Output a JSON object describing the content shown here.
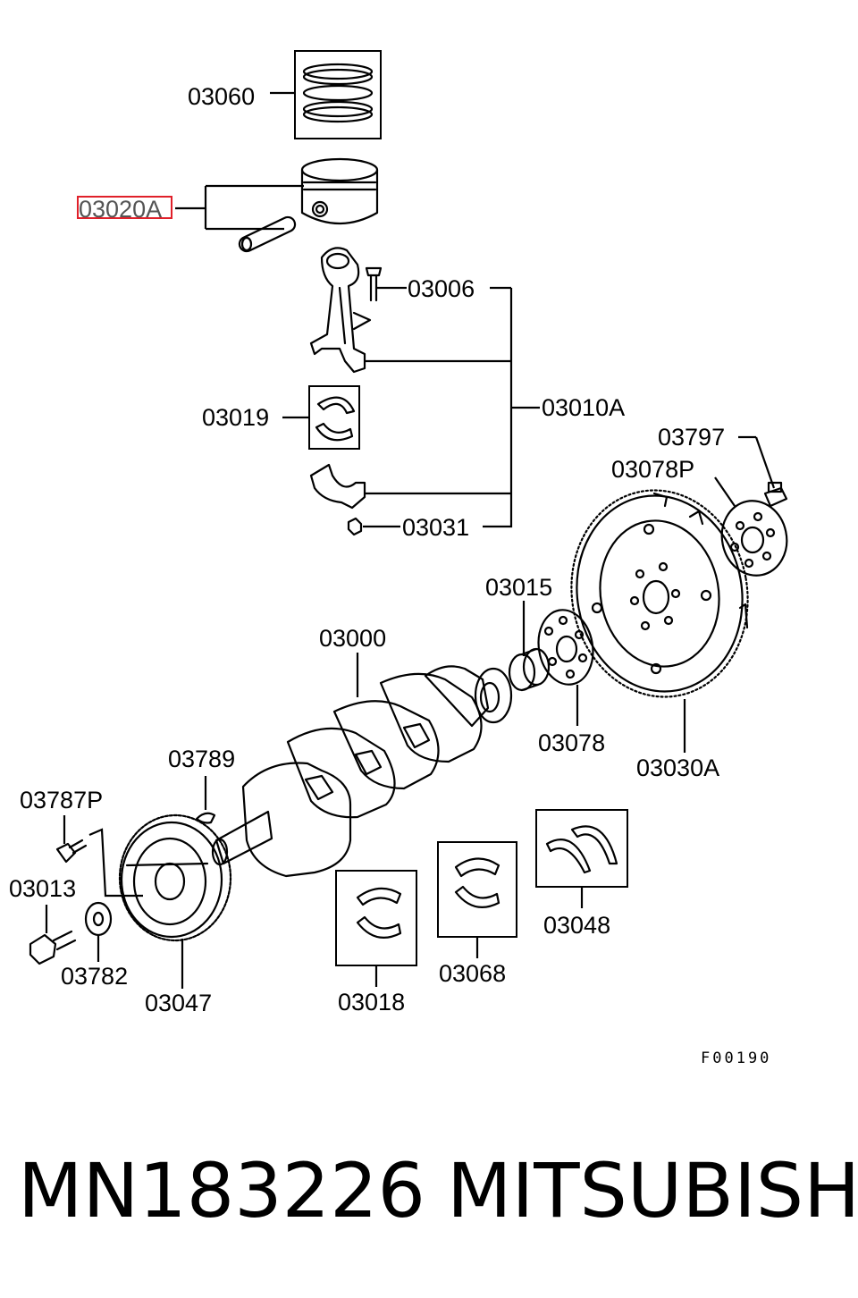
{
  "diagram": {
    "callouts": {
      "c03060": "03060",
      "c03020a": "03020A",
      "c03006": "03006",
      "c03010a": "03010A",
      "c03019": "03019",
      "c03031": "03031",
      "c03797": "03797",
      "c03078p": "03078P",
      "c03015": "03015",
      "c03000": "03000",
      "c03078": "03078",
      "c03030a": "03030A",
      "c03789": "03789",
      "c03787p": "03787P",
      "c03013": "03013",
      "c03782": "03782",
      "c03047": "03047",
      "c03018": "03018",
      "c03068": "03068",
      "c03048": "03048"
    },
    "figure_code": "F00190",
    "highlight_color": "#e0202a"
  },
  "caption": {
    "part_number": "MN183226",
    "brand": "MITSUBISHI"
  }
}
